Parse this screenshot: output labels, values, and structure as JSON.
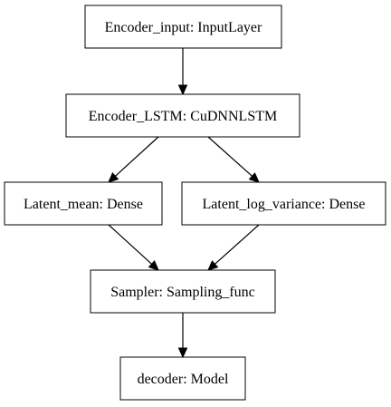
{
  "nodes": [
    {
      "id": "encoder_input",
      "label": "Encoder_input: InputLayer"
    },
    {
      "id": "encoder_lstm",
      "label": "Encoder_LSTM: CuDNNLSTM"
    },
    {
      "id": "latent_mean",
      "label": "Latent_mean: Dense"
    },
    {
      "id": "latent_log_variance",
      "label": "Latent_log_variance: Dense"
    },
    {
      "id": "sampler",
      "label": "Sampler: Sampling_func"
    },
    {
      "id": "decoder",
      "label": "decoder: Model"
    }
  ],
  "edges": [
    {
      "from": "encoder_input",
      "to": "encoder_lstm"
    },
    {
      "from": "encoder_lstm",
      "to": "latent_mean"
    },
    {
      "from": "encoder_lstm",
      "to": "latent_log_variance"
    },
    {
      "from": "latent_mean",
      "to": "sampler"
    },
    {
      "from": "latent_log_variance",
      "to": "sampler"
    },
    {
      "from": "sampler",
      "to": "decoder"
    }
  ]
}
